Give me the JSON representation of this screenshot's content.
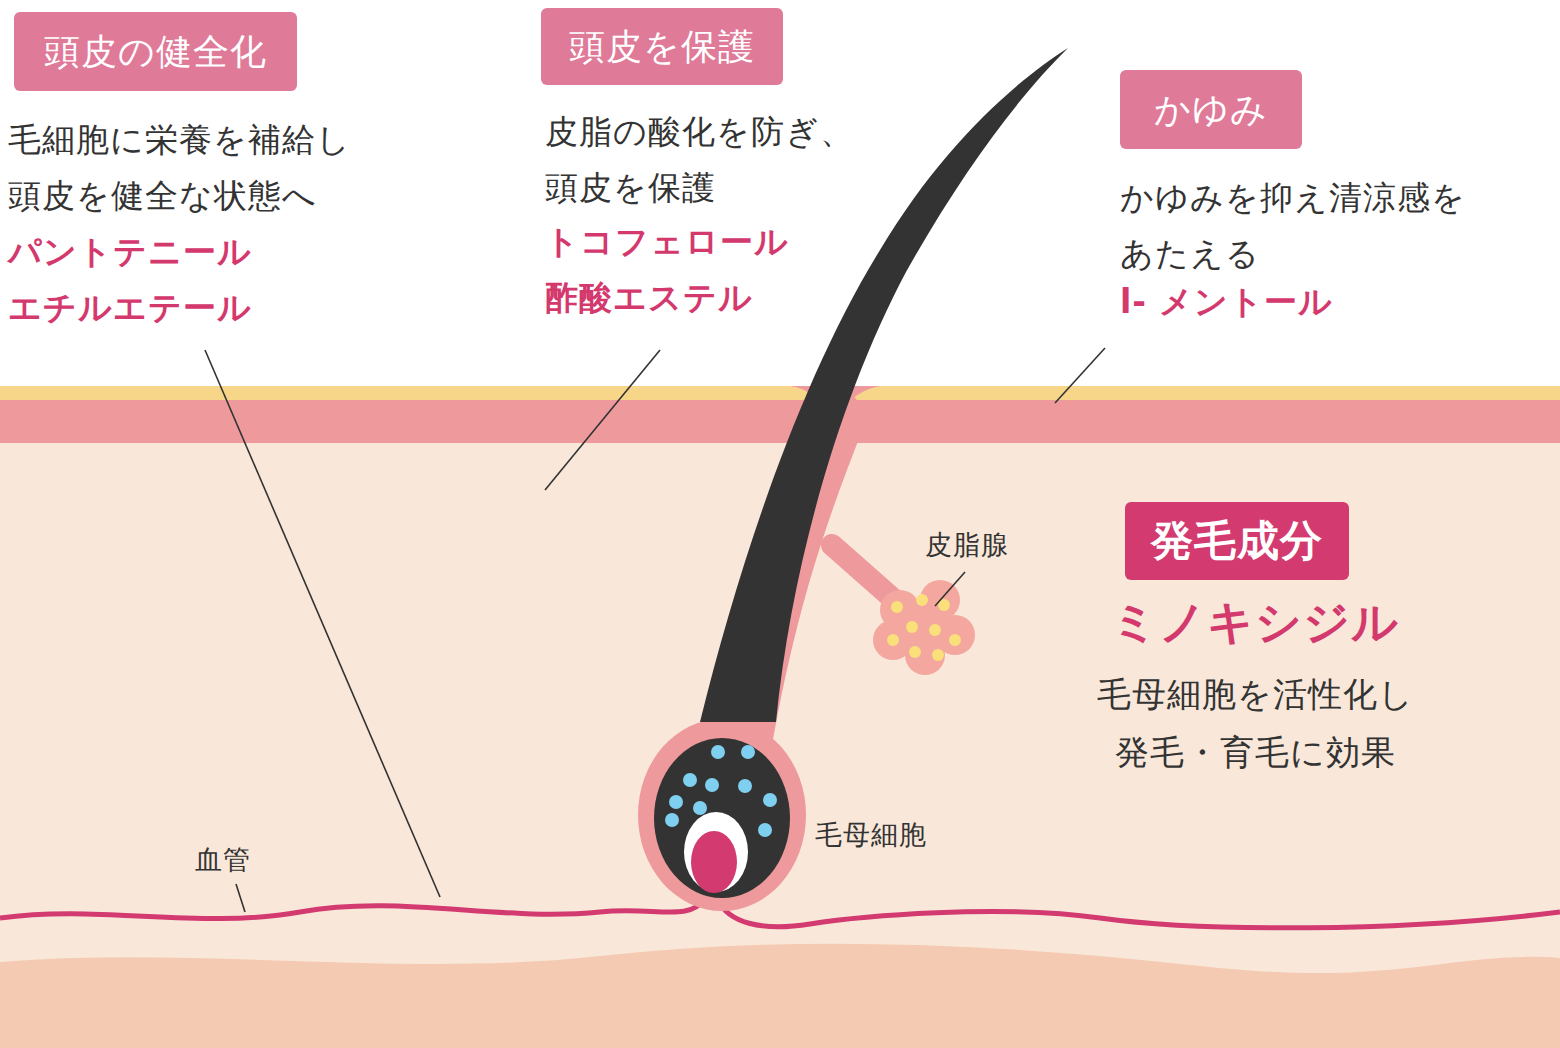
{
  "diagram": {
    "nodes": [
      {
        "text": [
          "頭皮の健全化"
        ]
      },
      {
        "text": [
          "頭皮を保護"
        ]
      },
      {
        "text": [
          "かゆみ"
        ]
      },
      {
        "text": [
          "発毛成分"
        ]
      }
    ],
    "labels": [
      "毛細胞に栄養を補給し 頭皮を健全な状態へ",
      "パントテニール エチルエテール",
      "皮脂の酸化を防ぎ、 頭皮を保護",
      "トコフェロール 酢酸エステル",
      "かゆみを抑え清涼感を あたえる",
      "l- メントール",
      "ミノキシジル",
      "毛母細胞を活性化し 発毛・育毛に効果",
      "皮脂腺",
      "毛母細胞",
      "血管"
    ]
  }
}
